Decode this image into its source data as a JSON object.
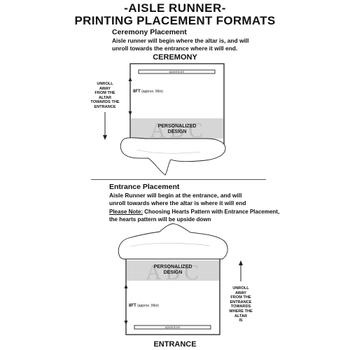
{
  "title": {
    "line1": "-AISLE RUNNER-",
    "line2": "PRINTING PLACEMENT FORMATS"
  },
  "ceremony_section": {
    "heading": "Ceremony Placement",
    "text_line1": "Aisle runner will begin where the altar is, and will",
    "text_line2": "unroll towards the entrance where it will end.",
    "diagram_label": "CEREMONY",
    "arrow_label": [
      "UNROLL",
      "AWAY",
      "FROM THE",
      "ALTAR",
      "TOWARDS THE",
      "ENTRANCE"
    ],
    "adhesive_label": "ADHESIVE",
    "length_label": "8FT",
    "length_note": "(approx. 96in)",
    "design_label_line1": "PERSONALIZED",
    "design_label_line2": "DESIGN",
    "monogram": "ABC"
  },
  "entrance_section": {
    "heading": "Entrance Placement",
    "text_line1": "Aisle Runner will begin at the entrance, and will",
    "text_line2": "unroll towards where the altar is where it will end",
    "note_prefix": "Please Note:",
    "note_line1": " Choosing Hearts Pattern with Entrance Placement,",
    "note_line2": "the hearts pattern will be upside down",
    "diagram_label": "ENTRANCE",
    "arrow_label": [
      "UNROLL",
      "AWAY",
      "FROM THE",
      "ENTRANCE",
      "TOWARDS",
      "WHERE THE",
      "ALTAR",
      "IS"
    ],
    "adhesive_label": "ADHESIVE",
    "length_label": "8FT",
    "length_note": "(approx. 96in)",
    "design_label_line1": "PERSONALIZED",
    "design_label_line2": "DESIGN",
    "monogram": "ABC"
  },
  "colors": {
    "design_band": "#d6d6d6",
    "outline": "#222222",
    "monogram": "#bdbdbd"
  }
}
